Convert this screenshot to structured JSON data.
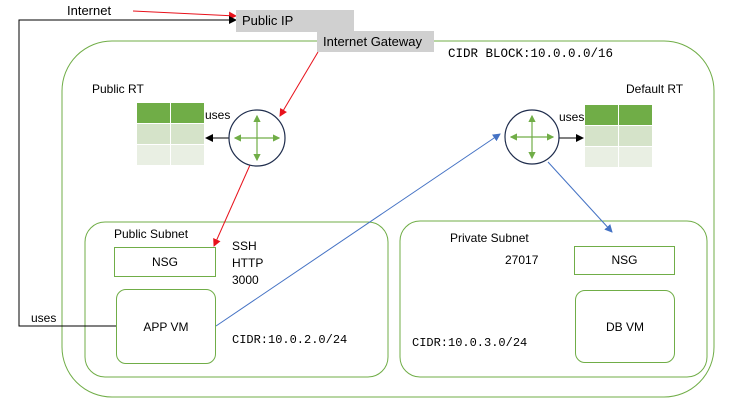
{
  "labels": {
    "internet": "Internet",
    "public_ip": "Public IP",
    "internet_gateway": "Internet Gateway",
    "cidr_block": "CIDR BLOCK:10.0.0.0/16",
    "public_rt": "Public RT",
    "default_rt": "Default RT",
    "uses_public_rt": "uses",
    "uses_default_rt": "uses",
    "uses_internet": "uses"
  },
  "public_subnet": {
    "title": "Public Subnet",
    "nsg": "NSG",
    "ports": [
      "SSH",
      "HTTP",
      "3000"
    ],
    "vm": "APP VM",
    "cidr": "CIDR:10.0.2.0/24"
  },
  "private_subnet": {
    "title": "Private Subnet",
    "port": "27017",
    "nsg": "NSG",
    "vm": "DB VM",
    "cidr": "CIDR:10.0.3.0/24"
  },
  "colors": {
    "vpc_border": "#70ad47",
    "table_header": "#70ad47",
    "router_arrow": "#70ad47",
    "red_arrow": "#e8121c",
    "blue_arrow": "#4472c4",
    "router_ring": "#1f2d4d",
    "gray_label_bg": "#d0d0d0"
  },
  "icons": {
    "router": "four-way-arrow-router-icon"
  }
}
